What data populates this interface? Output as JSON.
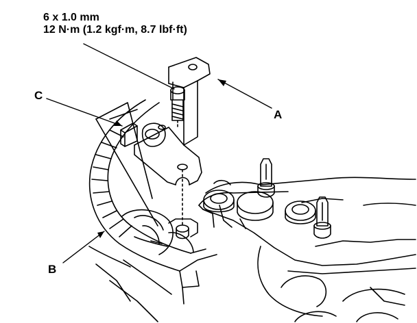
{
  "spec": {
    "bolt_size": "6 x 1.0 mm",
    "torque": "12 N·m (1.2 kgf·m, 8.7 lbf·ft)"
  },
  "callouts": {
    "a": "A",
    "b": "B",
    "c": "C"
  },
  "colors": {
    "line": "#000000",
    "background": "#ffffff"
  }
}
